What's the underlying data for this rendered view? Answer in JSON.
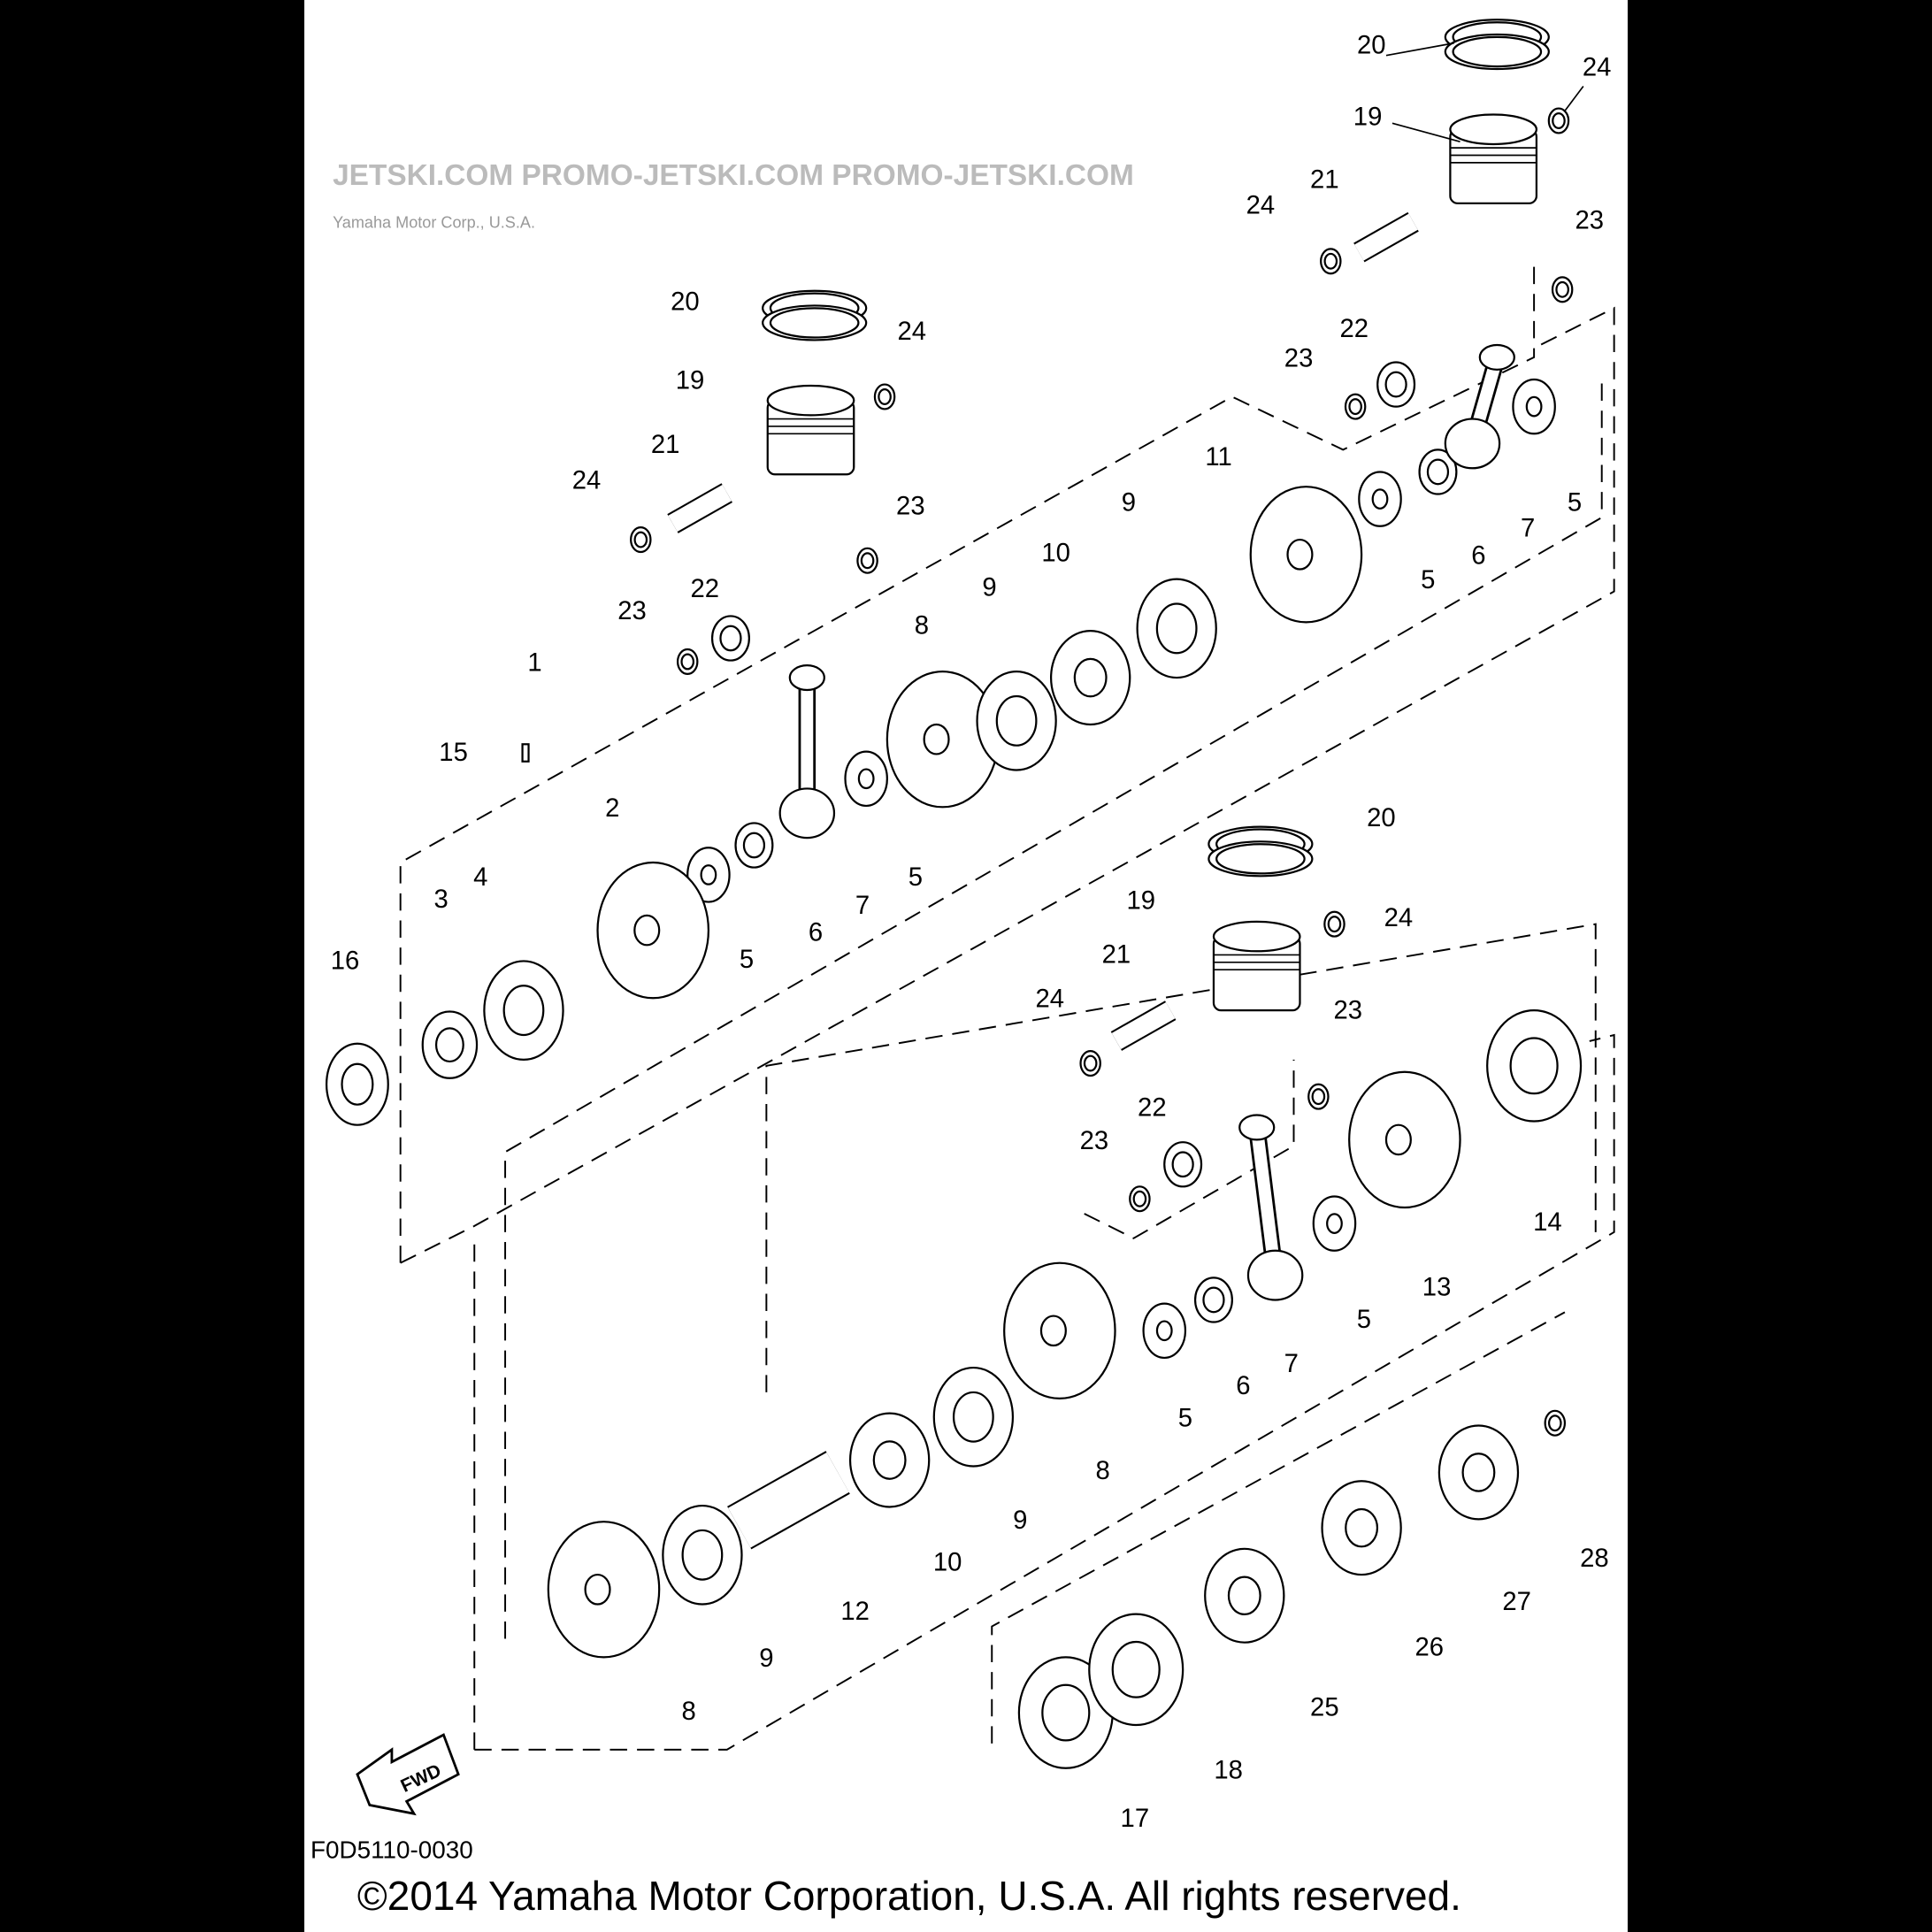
{
  "diagram": {
    "part_code": "F0D5110-0030",
    "copyright": "©2014 Yamaha Motor Corporation, U.S.A. All rights reserved.",
    "watermark": "JETSKI.COM  PROMO-JETSKI.COM  PROMO-JETSKI.COM",
    "watermark_small": "Yamaha Motor Corp., U.S.A.",
    "fwd_label": "FWD",
    "callouts": [
      "20",
      "24",
      "19",
      "21",
      "24",
      "23",
      "22",
      "23",
      "11",
      "9",
      "7",
      "5",
      "6",
      "5",
      "10",
      "9",
      "20",
      "24",
      "19",
      "21",
      "24",
      "23",
      "22",
      "23",
      "8",
      "1",
      "15",
      "2",
      "3",
      "4",
      "16",
      "5",
      "6",
      "7",
      "5",
      "20",
      "19",
      "24",
      "21",
      "24",
      "23",
      "22",
      "23",
      "14",
      "13",
      "5",
      "7",
      "6",
      "5",
      "8",
      "9",
      "10",
      "12",
      "9",
      "8",
      "17",
      "18",
      "25",
      "26",
      "27",
      "28"
    ]
  }
}
